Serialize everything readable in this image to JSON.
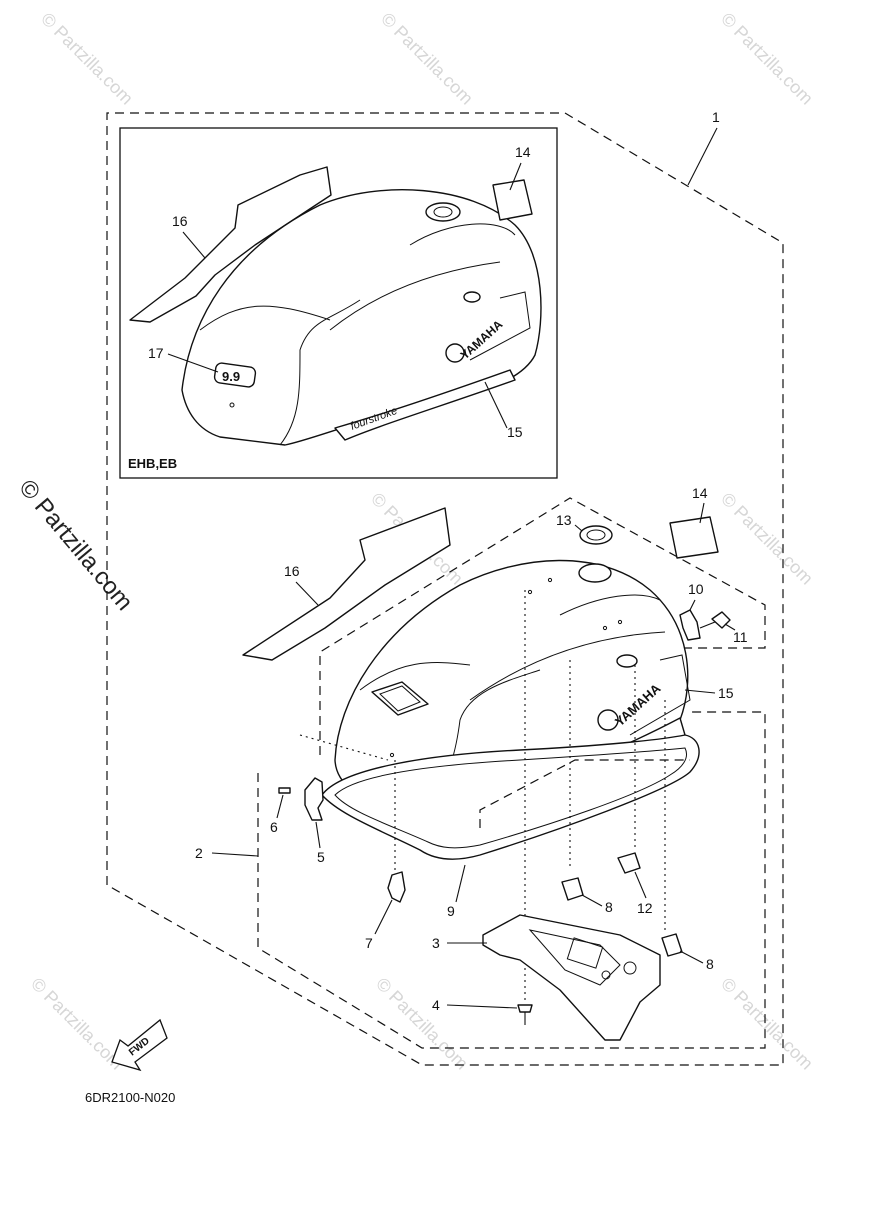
{
  "diagram": {
    "code": "6DR2100-N020",
    "variant": "EHB,EB",
    "fwd": "FWD",
    "watermark": "© Partzilla.com",
    "brand": "YAMAHA",
    "decal": "fourstroke",
    "badge": "9.9",
    "callouts": {
      "c1": "1",
      "c2": "2",
      "c3": "3",
      "c4": "4",
      "c5": "5",
      "c6": "6",
      "c7": "7",
      "c8a": "8",
      "c8b": "8",
      "c9": "9",
      "c10": "10",
      "c11": "11",
      "c12": "12",
      "c13": "13",
      "c14a": "14",
      "c14b": "14",
      "c15a": "15",
      "c15b": "15",
      "c16a": "16",
      "c16b": "16",
      "c17": "17"
    }
  }
}
